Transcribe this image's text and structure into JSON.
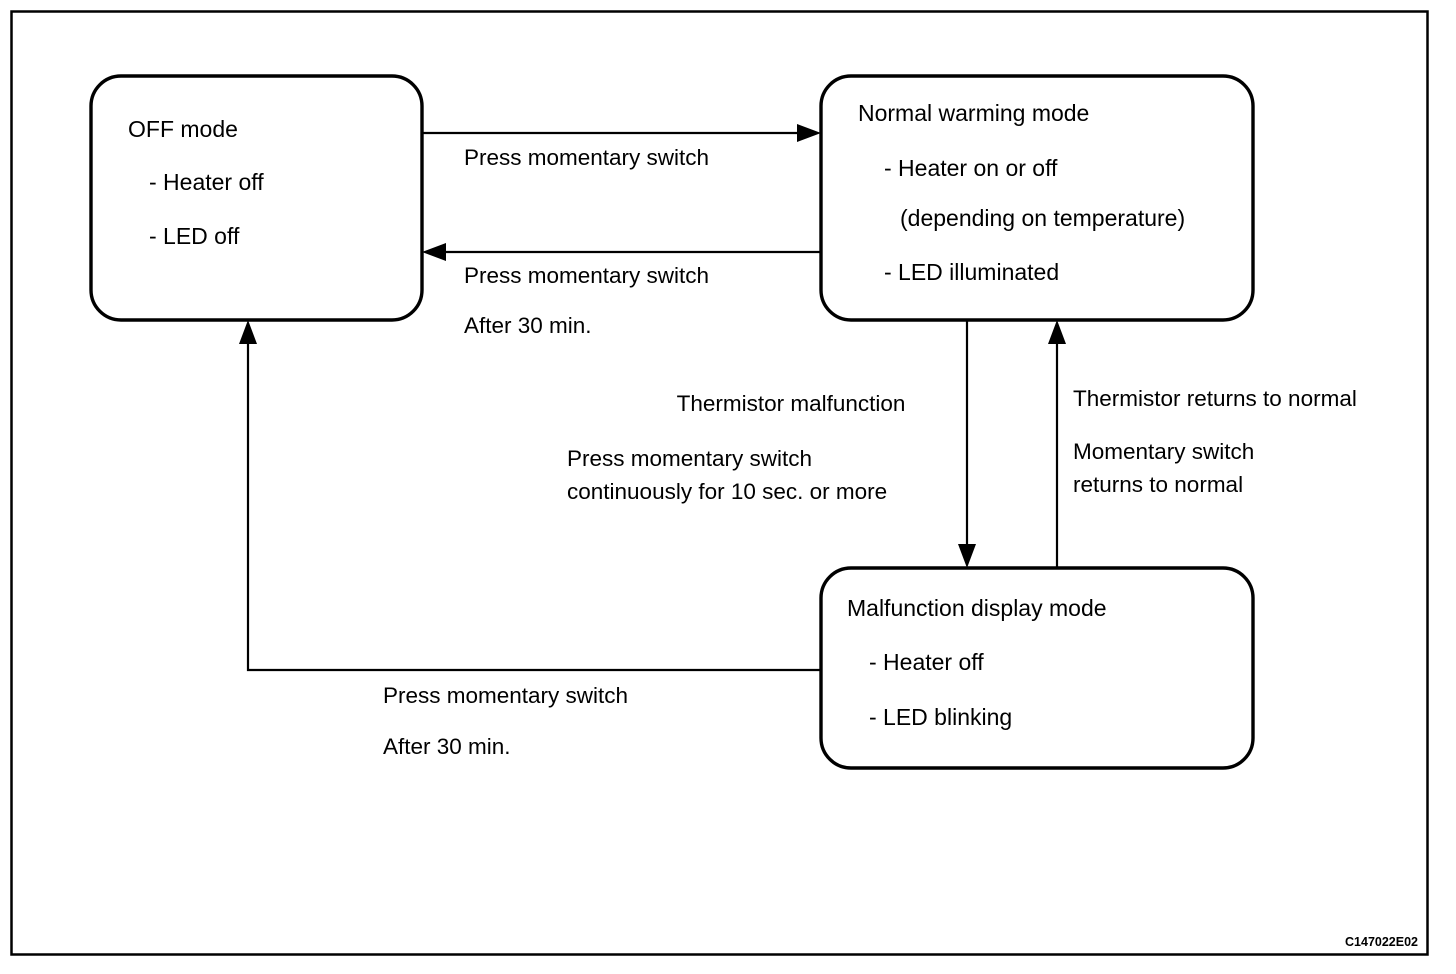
{
  "diagram": {
    "type": "state-transition-diagram",
    "reference_code": "C147022E02",
    "states": [
      {
        "id": "off-mode",
        "title": "OFF mode",
        "items": [
          "- Heater off",
          "- LED off"
        ]
      },
      {
        "id": "normal-warming-mode",
        "title": "Normal warming mode",
        "items": [
          "- Heater on or off",
          "(depending on temperature)",
          "- LED illuminated"
        ]
      },
      {
        "id": "malfunction-display-mode",
        "title": "Malfunction display mode",
        "items": [
          "- Heater off",
          "- LED blinking"
        ]
      }
    ],
    "transitions": [
      {
        "id": "off-to-normal",
        "from": "off-mode",
        "to": "normal-warming-mode",
        "lines": [
          "Press momentary switch"
        ]
      },
      {
        "id": "normal-to-off",
        "from": "normal-warming-mode",
        "to": "off-mode",
        "lines": [
          "Press momentary switch",
          "After 30 min."
        ]
      },
      {
        "id": "normal-to-malfunction",
        "from": "normal-warming-mode",
        "to": "malfunction-display-mode",
        "lines": [
          "Thermistor malfunction",
          "Press momentary switch",
          "continuously for 10 sec. or more"
        ]
      },
      {
        "id": "malfunction-to-normal",
        "from": "malfunction-display-mode",
        "to": "normal-warming-mode",
        "lines": [
          "Thermistor returns to normal",
          "Momentary switch",
          "returns to normal"
        ]
      },
      {
        "id": "malfunction-to-off",
        "from": "malfunction-display-mode",
        "to": "off-mode",
        "lines": [
          "Press momentary switch",
          "After 30 min."
        ]
      }
    ]
  }
}
